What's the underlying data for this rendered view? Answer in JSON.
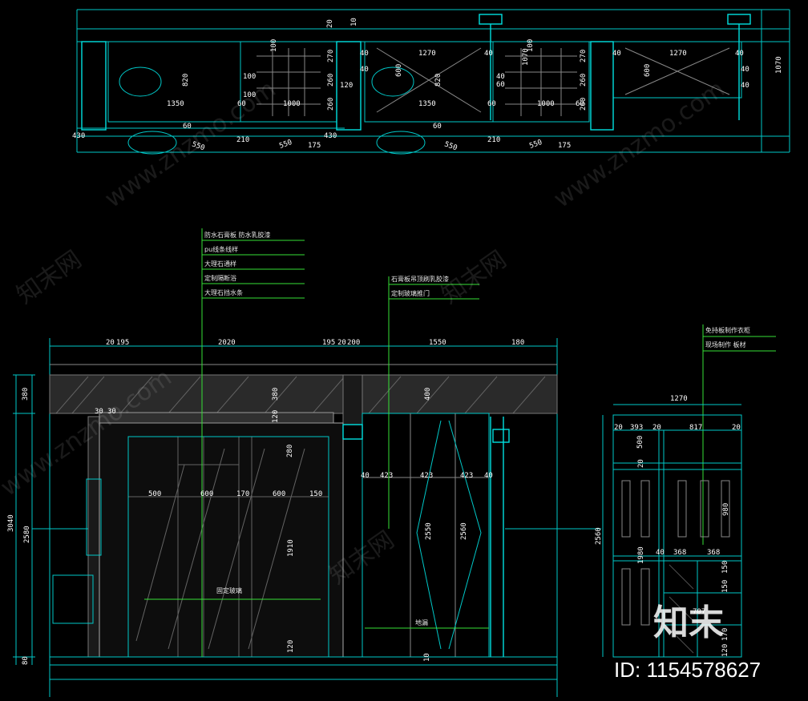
{
  "plan": {
    "dims_top": [
      "20",
      "10",
      "100",
      "1270",
      "40",
      "1070",
      "100",
      "1270",
      "40",
      "1070"
    ],
    "dims_mid": [
      "820",
      "1350",
      "60",
      "100",
      "1000",
      "270",
      "260",
      "260",
      "120",
      "40",
      "600",
      "820",
      "1350",
      "60",
      "40",
      "60",
      "1000",
      "60",
      "270",
      "260",
      "260",
      "40",
      "600",
      "40"
    ],
    "dims_bottom": [
      "430",
      "550",
      "210",
      "550",
      "175",
      "430",
      "550",
      "210",
      "550",
      "175"
    ],
    "dims_misc": [
      "100",
      "60",
      "40",
      "60",
      "40"
    ]
  },
  "elevation": {
    "dims_top": [
      "20",
      "195",
      "2020",
      "195",
      "20",
      "200",
      "1550",
      "180"
    ],
    "dims_left": [
      "380",
      "3040",
      "2580",
      "80"
    ],
    "dims_inner": [
      "30",
      "30",
      "380",
      "120",
      "280",
      "500",
      "600",
      "170",
      "600",
      "150",
      "1910",
      "120",
      "40",
      "423",
      "423",
      "423",
      "40",
      "400",
      "2550",
      "2560",
      "10"
    ],
    "callouts_left": [
      "防水石膏板 防水乳胶漆",
      "pu线条线样",
      "大理石通样",
      "定制隔断浴",
      "大理石挡水条"
    ],
    "callouts_mid": [
      "石膏板吊顶刷乳胶漆",
      "定制玻璃推门"
    ],
    "label_glass": "固定玻璃",
    "label_bottom": "地漏"
  },
  "wardrobe": {
    "callouts": [
      "免持板制作衣柜",
      "现场制作 板材"
    ],
    "dims": [
      "1270",
      "20",
      "393",
      "20",
      "817",
      "20",
      "500",
      "20",
      "980",
      "2560",
      "1980",
      "40",
      "368",
      "368",
      "150",
      "150",
      "707",
      "170",
      "120"
    ]
  },
  "watermark": {
    "site": "www.znzmo.com",
    "brand": "知末网",
    "logo": "知末",
    "id": "ID: 1154578627"
  }
}
